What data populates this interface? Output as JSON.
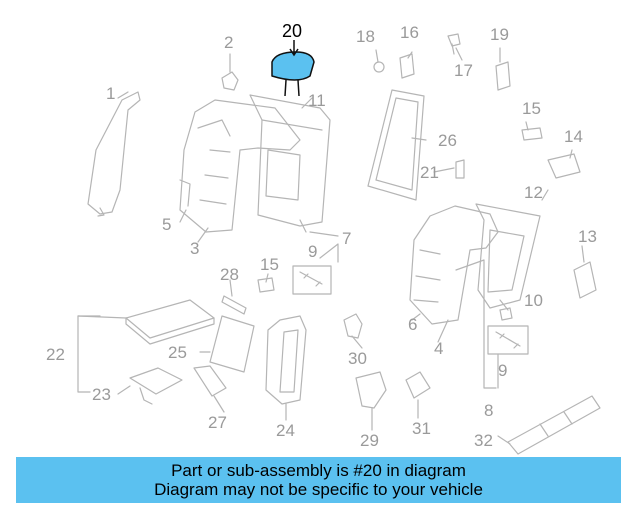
{
  "highlight": {
    "part_number": "20",
    "color": "#5bc1f0"
  },
  "callouts": {
    "c1": "1",
    "c2": "2",
    "c3": "3",
    "c4": "4",
    "c5": "5",
    "c6": "6",
    "c7": "7",
    "c8": "8",
    "c9a": "9",
    "c9b": "9",
    "c10": "10",
    "c11": "11",
    "c12": "12",
    "c13": "13",
    "c14": "14",
    "c15a": "15",
    "c15b": "15",
    "c16": "16",
    "c17": "17",
    "c18": "18",
    "c19": "19",
    "c20": "20",
    "c21": "21",
    "c22": "22",
    "c23": "23",
    "c24": "24",
    "c25": "25",
    "c26": "26",
    "c27": "27",
    "c28": "28",
    "c29": "29",
    "c30": "30",
    "c31": "31",
    "c32": "32"
  },
  "banner": {
    "line1": "Part or sub-assembly is #20 in diagram",
    "line2": "Diagram may not be specific to your vehicle",
    "background": "#5bc1f0"
  }
}
